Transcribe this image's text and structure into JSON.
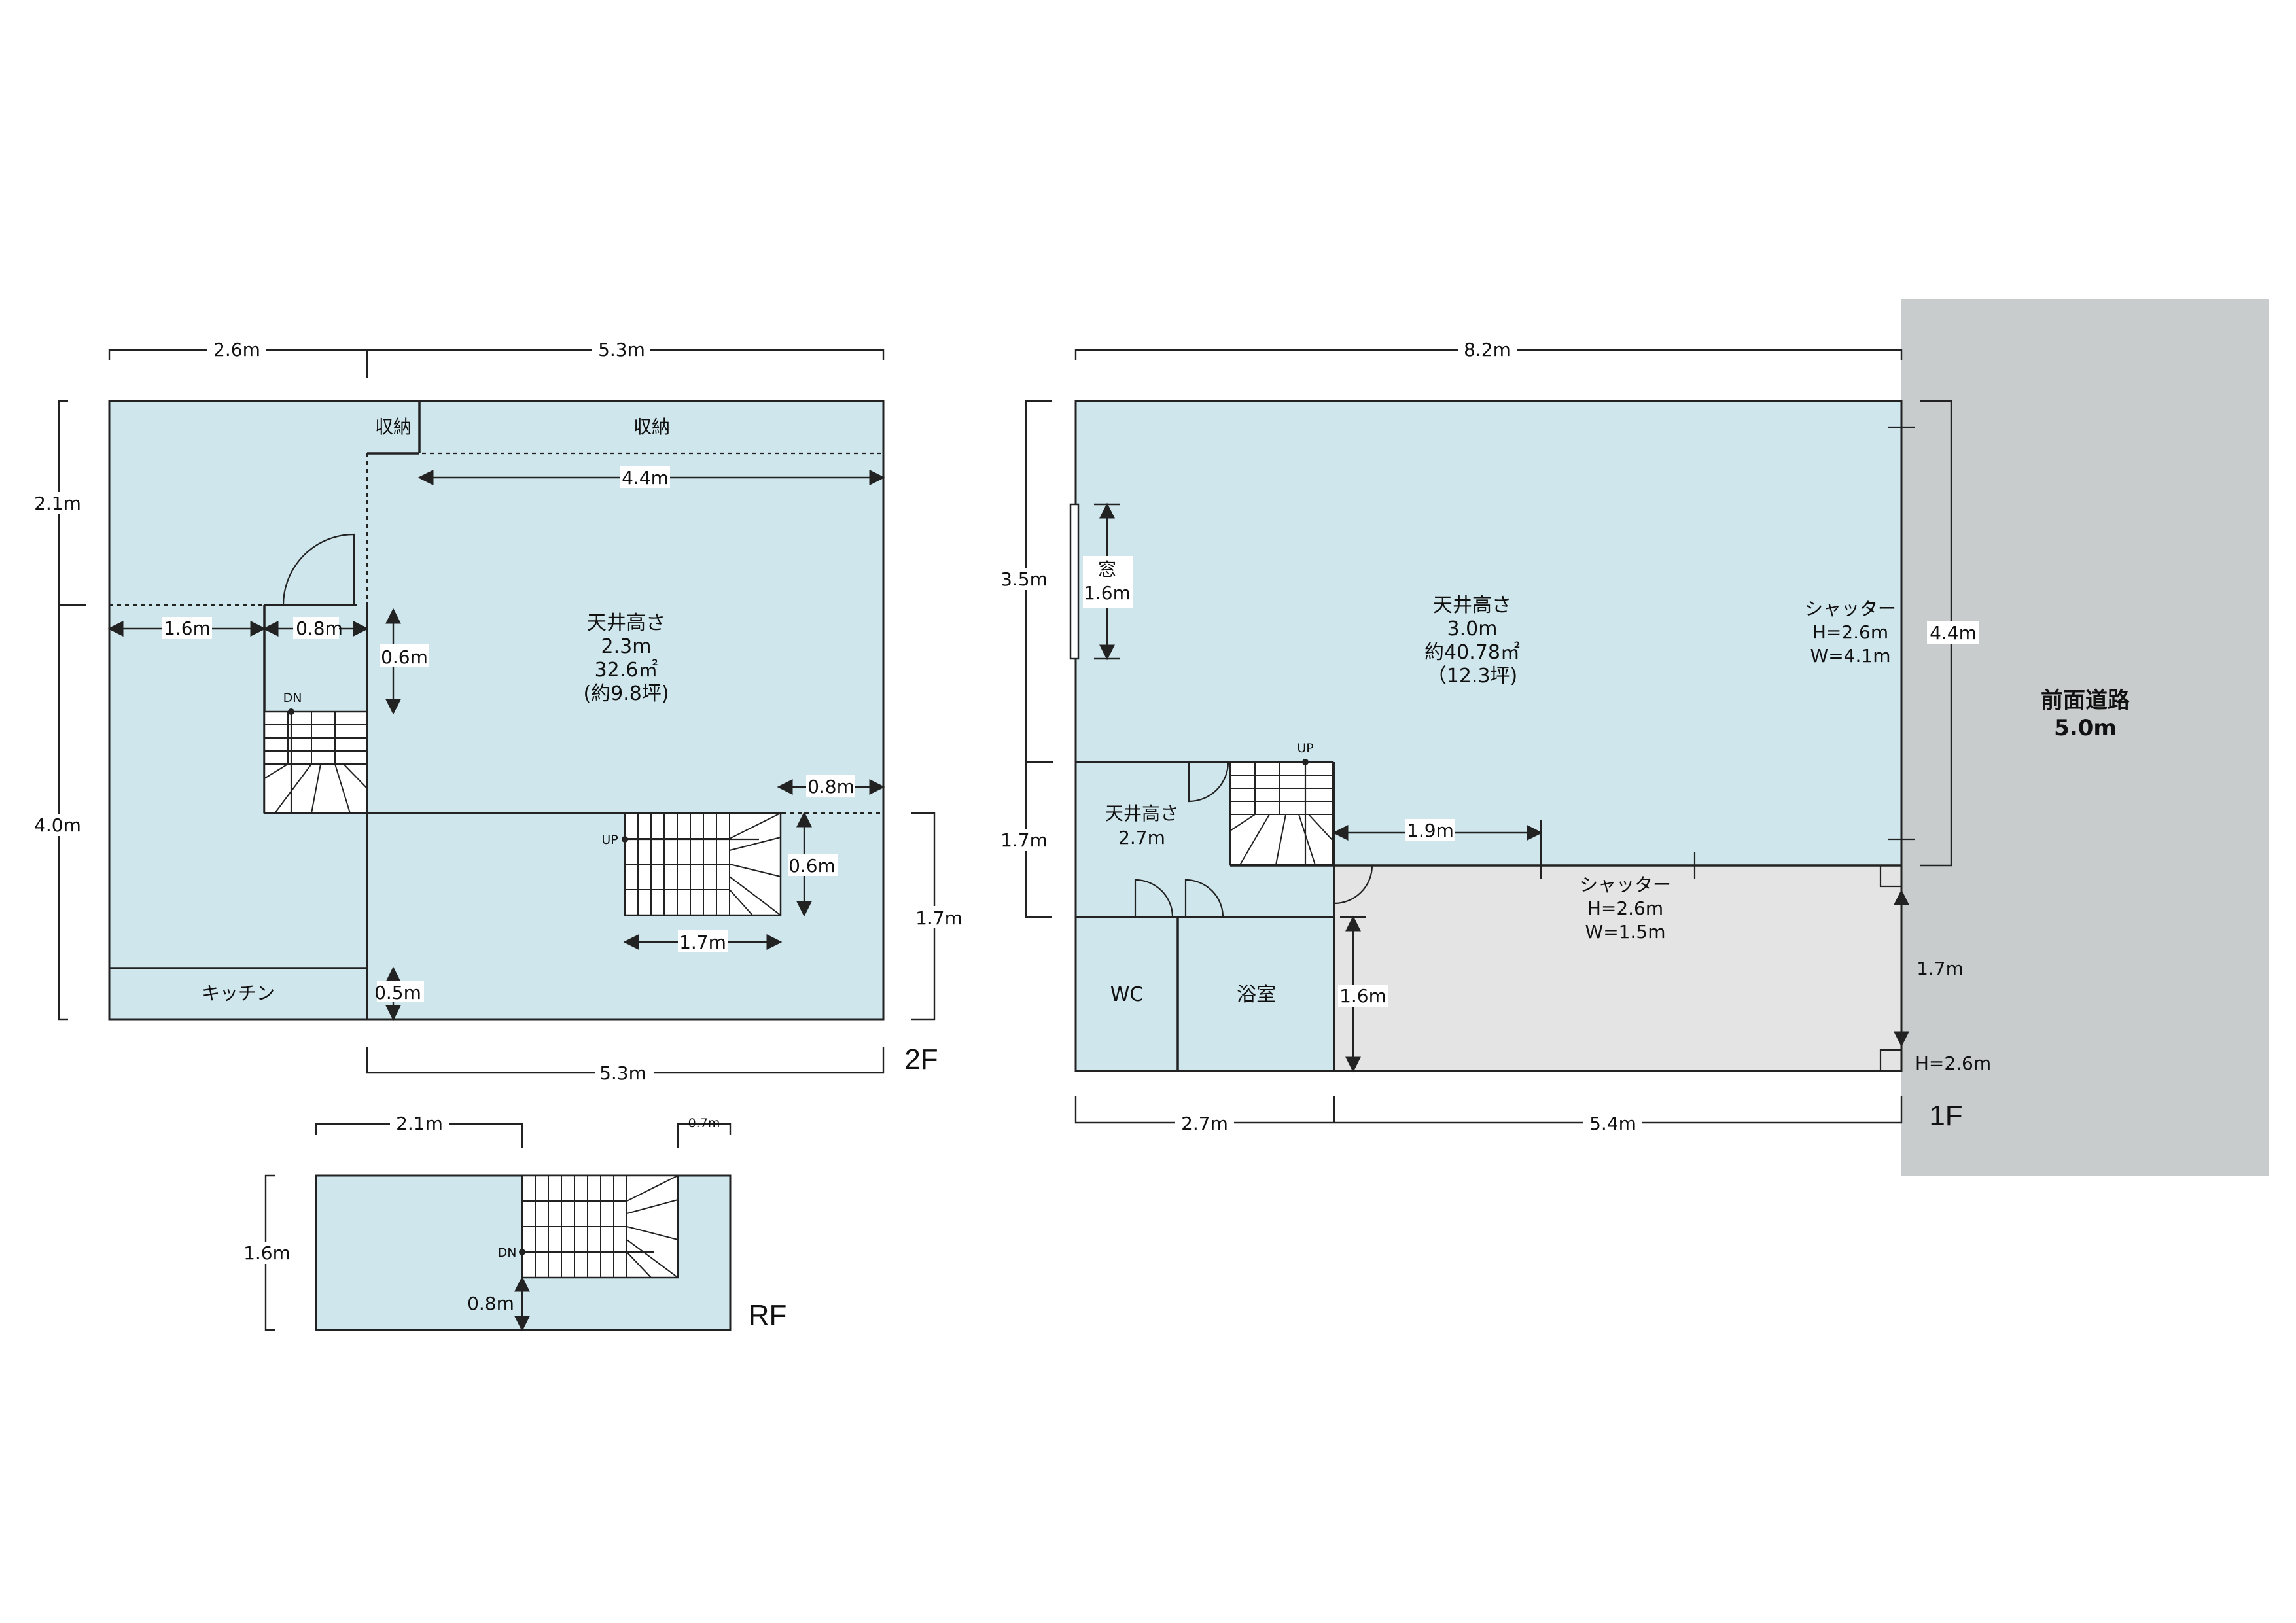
{
  "colors": {
    "room": "#cfe6ec",
    "gray": "#e4e4e4",
    "road": "#c8cccc",
    "line": "#222222"
  },
  "f2": {
    "floor_label": "2F",
    "top_left_width": "2.6m",
    "top_right_width": "5.3m",
    "left_upper_height": "2.1m",
    "left_lower_height": "4.0m",
    "storage_small": "収納",
    "storage_large": "収納",
    "storage_span": "4.4m",
    "span_1_6": "1.6m",
    "door_width": "0.8m",
    "stair_offset": "0.6m",
    "dn_label": "DN",
    "ceiling_label": "天井高さ",
    "ceiling_height": "2.3m",
    "area_m2": "32.6㎡",
    "area_tsubo": "(約9.8坪)",
    "right_gap": "0.8m",
    "up_label": "UP",
    "stair_depth": "0.6m",
    "stair_length": "1.7m",
    "right_side_height": "1.7m",
    "kitchen": "キッチン",
    "kitchen_depth": "0.5m",
    "bottom_width": "5.3m"
  },
  "rf": {
    "floor_label": "RF",
    "width_left": "2.1m",
    "width_right": "0.7m",
    "height": "1.6m",
    "dn_label": "DN",
    "stair_offset": "0.8m"
  },
  "f1": {
    "floor_label": "1F",
    "top_width": "8.2m",
    "left_upper_height": "3.5m",
    "left_lower_height": "1.7m",
    "window_label": "窓",
    "window_width": "1.6m",
    "ceiling_label": "天井高さ",
    "ceiling_height": "3.0m",
    "area_m2": "約40.78㎡",
    "area_tsubo": "（12.3坪)",
    "shutter_right_label": "シャッター",
    "shutter_right_h": "H=2.6m",
    "shutter_right_w": "W=4.1m",
    "shutter_right_span": "4.4m",
    "small_ceiling_label": "天井高さ",
    "small_ceiling_height": "2.7m",
    "up_label": "UP",
    "corridor": "1.9m",
    "shutter_mid_label": "シャッター",
    "shutter_mid_h": "H=2.6m",
    "shutter_mid_w": "W=1.5m",
    "wc": "WC",
    "bath": "浴室",
    "garage_depth": "1.6m",
    "right_lower_height": "1.7m",
    "right_lower_h": "H=2.6m",
    "bottom_left_width": "2.7m",
    "bottom_right_width": "5.4m"
  },
  "road": {
    "label": "前面道路",
    "width": "5.0m"
  }
}
